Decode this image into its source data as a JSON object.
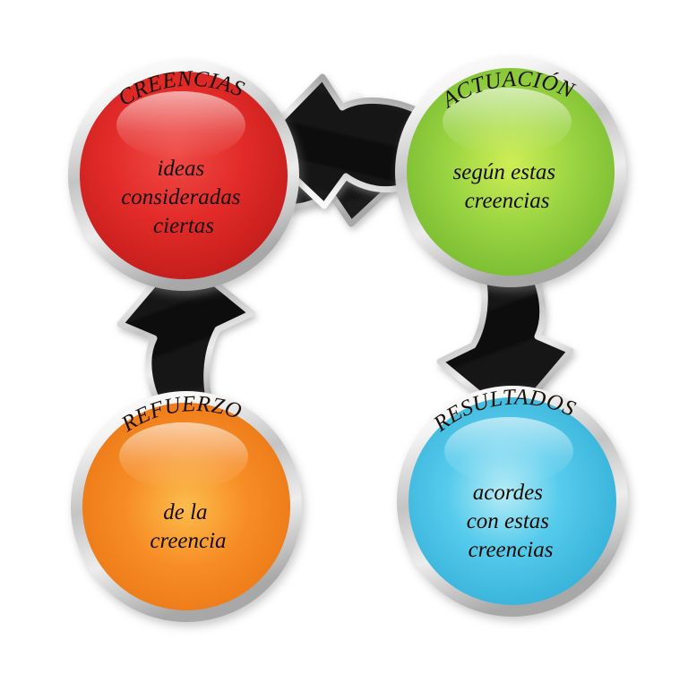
{
  "diagram": {
    "kind": "cycle-diagram",
    "language": "es",
    "background_color": "#ffffff",
    "node_count": 4,
    "arrow_count": 4
  },
  "nodes": [
    {
      "id": "creencias",
      "title": "CREENCIAS",
      "body_lines": [
        "ideas",
        "consideradas",
        "ciertas"
      ],
      "color": "#e02b2b",
      "color_light": "#f2605c",
      "color_dark": "#a81414",
      "position": "top-left"
    },
    {
      "id": "actuacion",
      "title": "ACTUACIÓN",
      "body_lines": [
        "según estas",
        "creencias"
      ],
      "color": "#7ac943",
      "color_light": "#c3e84f",
      "color_dark": "#4f9a22",
      "position": "top-right"
    },
    {
      "id": "resultados",
      "title": "RESULTADOS",
      "body_lines": [
        "acordes",
        "con estas",
        "creencias"
      ],
      "color": "#3fc4e8",
      "color_light": "#a8e8f5",
      "color_dark": "#1b93bd",
      "position": "bottom-right"
    },
    {
      "id": "refuerzo",
      "title": "REFUERZO",
      "body_lines": [
        "de la",
        "creencia"
      ],
      "color": "#f58220",
      "color_light": "#fbb040",
      "color_dark": "#d4600a",
      "position": "bottom-left"
    }
  ],
  "arrows": [
    {
      "id": "arrow-creencias-to-actuacion",
      "direction": "right",
      "from": "creencias",
      "to": "actuacion",
      "color": "#121212",
      "outline_color": "#c9c9c9"
    },
    {
      "id": "arrow-actuacion-to-resultados",
      "direction": "down",
      "from": "actuacion",
      "to": "resultados",
      "color": "#121212",
      "outline_color": "#c9c9c9"
    },
    {
      "id": "arrow-resultados-to-refuerzo",
      "direction": "left",
      "from": "resultados",
      "to": "refuerzo",
      "color": "#121212",
      "outline_color": "#c9c9c9"
    },
    {
      "id": "arrow-refuerzo-to-creencias",
      "direction": "up",
      "from": "refuerzo",
      "to": "creencias",
      "color": "#121212",
      "outline_color": "#c9c9c9"
    }
  ],
  "style": {
    "ring_color_outer": "#ffffff",
    "ring_color_inner": "#b8b8b8",
    "gloss_color": "#ffffff"
  }
}
